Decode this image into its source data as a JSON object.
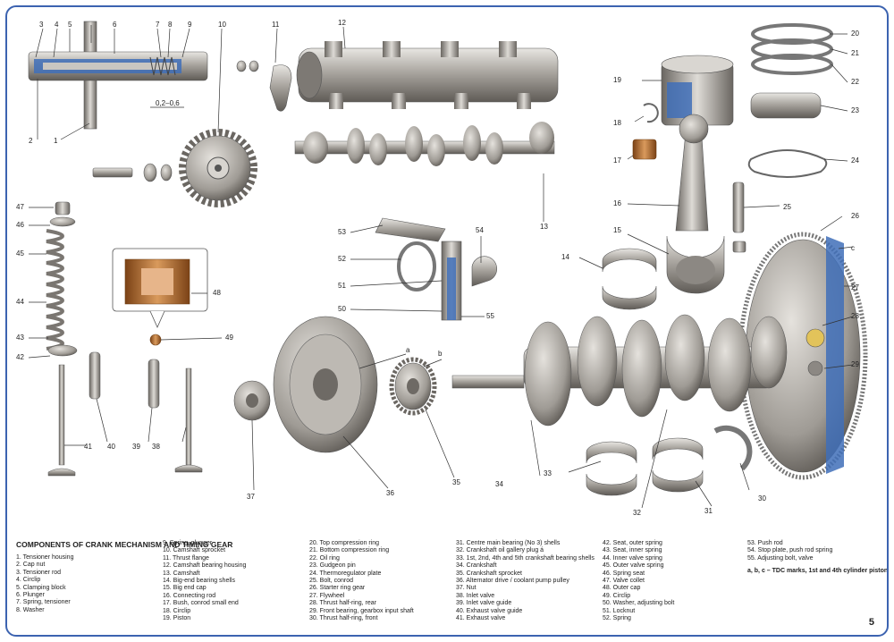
{
  "callouts": [
    "1",
    "2",
    "3",
    "4",
    "5",
    "6",
    "7",
    "8",
    "9",
    "10",
    "11",
    "12",
    "13",
    "14",
    "15",
    "16",
    "17",
    "18",
    "19",
    "20",
    "21",
    "22",
    "23",
    "24",
    "25",
    "26",
    "27",
    "28",
    "29",
    "30",
    "31",
    "32",
    "33",
    "34",
    "35",
    "36",
    "37",
    "38",
    "39",
    "40",
    "41",
    "42",
    "43",
    "44",
    "45",
    "46",
    "47",
    "48",
    "49",
    "50",
    "51",
    "52",
    "53",
    "54",
    "55",
    "a",
    "b",
    "c"
  ],
  "dimension_label": "0,2–0,6",
  "legend": {
    "title": "СOMPONENTS OF CRANK MECHANISM AND TIMING GEAR",
    "columns": [
      [
        "1. Tensioner housing",
        "2. Cap nut",
        "3. Tensioner rod",
        "4. Circlip",
        "5. Clamping block",
        "6. Plunger",
        "7. Spring, tensioner",
        "8. Washer"
      ],
      [
        "9. Spring, plunger",
        "10. Camshaft sprocket",
        "11. Thrust flange",
        "12. Camshaft bearing housing",
        "13. Camshaft",
        "14. Big-end bearing shells",
        "15. Big end cap",
        "16. Connecting rod",
        "17. Bush, conrod small end",
        "18. Circlip",
        "19. Piston"
      ],
      [
        "20. Top compression ring",
        "21. Bottom compression ring",
        "22. Oil ring",
        "23. Gudgeon pin",
        "24. Thermoregulator plate",
        "25. Bolt, conrod",
        "26. Starter ring gear",
        "27. Flywheel",
        "28. Thrust half-ring, rear",
        "29. Front bearing, gearbox input shaft",
        "30. Thrust half-ring, front"
      ],
      [
        "31. Centre main bearing (No 3) shells",
        "32. Crankshaft oil gallery plug á",
        "33. 1st, 2nd, 4th and 5th crankshaft bearing shells",
        "34. Crankshaft",
        "35. Crankshaft sprocket",
        "36. Alternator drive / coolant pump pulley",
        "37. Nut",
        "38. Inlet valve",
        "39. Inlet valve guide",
        "40. Exhaust valve guide",
        "41. Exhaust valve"
      ],
      [
        "42. Seat, outer spring",
        "43. Seat, inner spring",
        "44. Inner valve spring",
        "45. Outer valve spring",
        "46. Spring seat",
        "47. Valve collet",
        "48. Outer cap",
        "49. Circlip",
        "50. Washer, adjusting bolt",
        "51. Locknut",
        "52. Spring"
      ],
      [
        "53. Push rod",
        "54. Stop plate, push rod spring",
        "55. Adjusting bolt, valve"
      ]
    ],
    "tdc_note": "a, b, c – TDC marks, 1st and 4th cylinder pistons"
  },
  "page_number": "5",
  "colors": {
    "frame": "#3c63b0",
    "metal": "#9a9690",
    "bronze": "#b8702e",
    "callout_box": "#c96a2a"
  }
}
